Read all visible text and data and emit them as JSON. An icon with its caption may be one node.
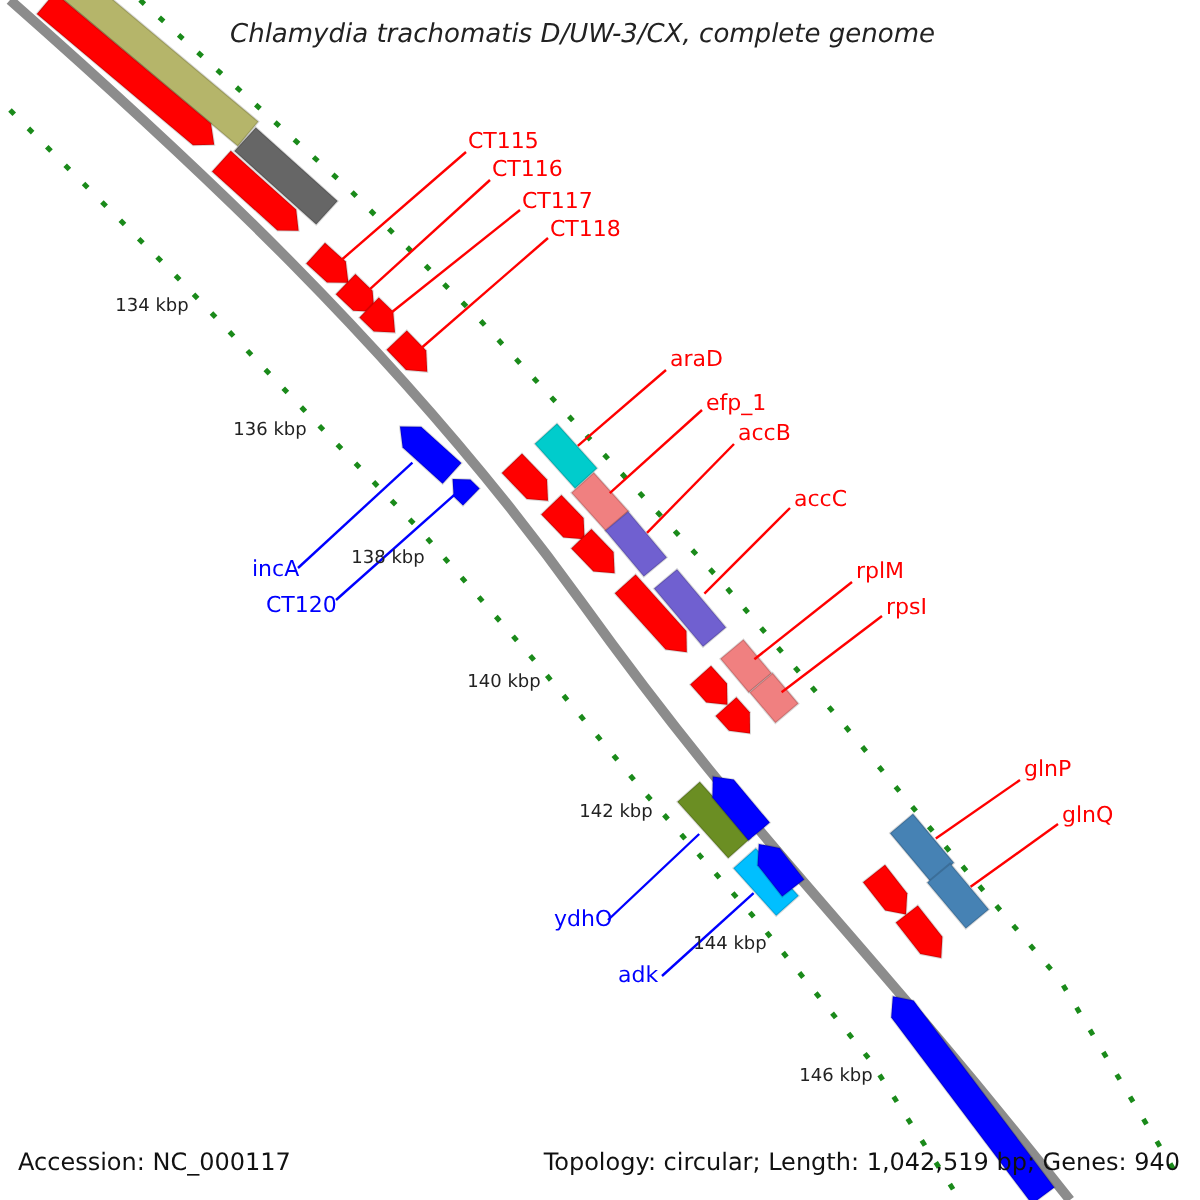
{
  "diagram": {
    "title": "Chlamydia trachomatis D/UW-3/CX, complete genome",
    "nodes": [
      {
        "text": [
          "CT115"
        ]
      },
      {
        "text": [
          "CT116"
        ]
      },
      {
        "text": [
          "CT117"
        ]
      },
      {
        "text": [
          "CT118"
        ]
      },
      {
        "text": [
          "araD"
        ]
      },
      {
        "text": [
          "efp_1"
        ]
      },
      {
        "text": [
          "accB"
        ]
      },
      {
        "text": [
          "accC"
        ]
      },
      {
        "text": [
          "rplM"
        ]
      },
      {
        "text": [
          "rpsI"
        ]
      },
      {
        "text": [
          "glnP"
        ]
      },
      {
        "text": [
          "glnQ"
        ]
      },
      {
        "text": [
          "incA"
        ]
      },
      {
        "text": [
          "CT120"
        ]
      },
      {
        "text": [
          "ydhO"
        ]
      },
      {
        "text": [
          "adk"
        ]
      },
      {
        "text": [],
        "shape": "arrow"
      },
      {
        "text": [],
        "shape": "arrow"
      },
      {
        "text": [],
        "shape": "arrow"
      },
      {
        "text": [],
        "shape": "arrow"
      },
      {
        "text": [],
        "shape": "bar"
      },
      {
        "text": [],
        "shape": "bar"
      },
      {
        "text": [],
        "shape": "bar"
      },
      {
        "text": [],
        "shape": "bar"
      },
      {
        "text": [],
        "shape": "bar"
      },
      {
        "text": [],
        "shape": "bar"
      },
      {
        "text": [],
        "shape": "bar"
      },
      {
        "text": [],
        "shape": "bar"
      },
      {
        "text": [],
        "shape": "arrow"
      },
      {
        "text": [],
        "shape": "arrow"
      },
      {
        "text": [],
        "shape": "bar"
      },
      {
        "text": [],
        "shape": "bar"
      },
      {
        "text": [],
        "shape": "bar"
      },
      {
        "text": [],
        "shape": "bar"
      },
      {
        "text": [],
        "shape": "arrow"
      },
      {
        "text": [],
        "shape": "arrow"
      },
      {
        "text": [],
        "shape": "arrow"
      },
      {
        "text": [],
        "shape": "arrow"
      },
      {
        "text": [],
        "shape": "arrow"
      },
      {
        "text": [],
        "shape": "arrow"
      },
      {
        "text": [],
        "shape": "arrow"
      },
      {
        "text": [],
        "shape": "arrow"
      },
      {
        "text": [],
        "shape": "arrow"
      },
      {
        "text": [],
        "shape": "arrow"
      },
      {
        "text": [],
        "shape": "arrow"
      },
      {
        "text": [],
        "shape": "arrow"
      },
      {
        "text": [],
        "shape": "arrow"
      }
    ],
    "edges": [
      {
        "from": 0,
        "to": 16,
        "arrow": "none"
      },
      {
        "from": 1,
        "to": 17,
        "arrow": "none"
      },
      {
        "from": 2,
        "to": 18,
        "arrow": "none"
      },
      {
        "from": 3,
        "to": 19,
        "arrow": "none"
      },
      {
        "from": 4,
        "to": 20,
        "arrow": "none"
      },
      {
        "from": 5,
        "to": 21,
        "arrow": "none"
      },
      {
        "from": 6,
        "to": 22,
        "arrow": "none"
      },
      {
        "from": 7,
        "to": 23,
        "arrow": "none"
      },
      {
        "from": 8,
        "to": 24,
        "arrow": "none"
      },
      {
        "from": 9,
        "to": 25,
        "arrow": "none"
      },
      {
        "from": 10,
        "to": 26,
        "arrow": "none"
      },
      {
        "from": 11,
        "to": 27,
        "arrow": "none"
      },
      {
        "from": 12,
        "to": 28,
        "arrow": "none",
        "color": "#0000ff"
      },
      {
        "from": 13,
        "to": 29,
        "arrow": "none",
        "color": "#0000ff"
      },
      {
        "from": 14,
        "to": 30,
        "arrow": "none",
        "color": "#0000ff"
      },
      {
        "from": 15,
        "to": 31,
        "arrow": "none",
        "color": "#0000ff"
      }
    ],
    "labels": [
      "134 kbp",
      "136 kbp",
      "138 kbp",
      "140 kbp",
      "142 kbp",
      "144 kbp",
      "146 kbp",
      "Accession: NC_000117",
      "Topology: circular; Length: 1,042,519 bp; Genes: 940"
    ]
  }
}
